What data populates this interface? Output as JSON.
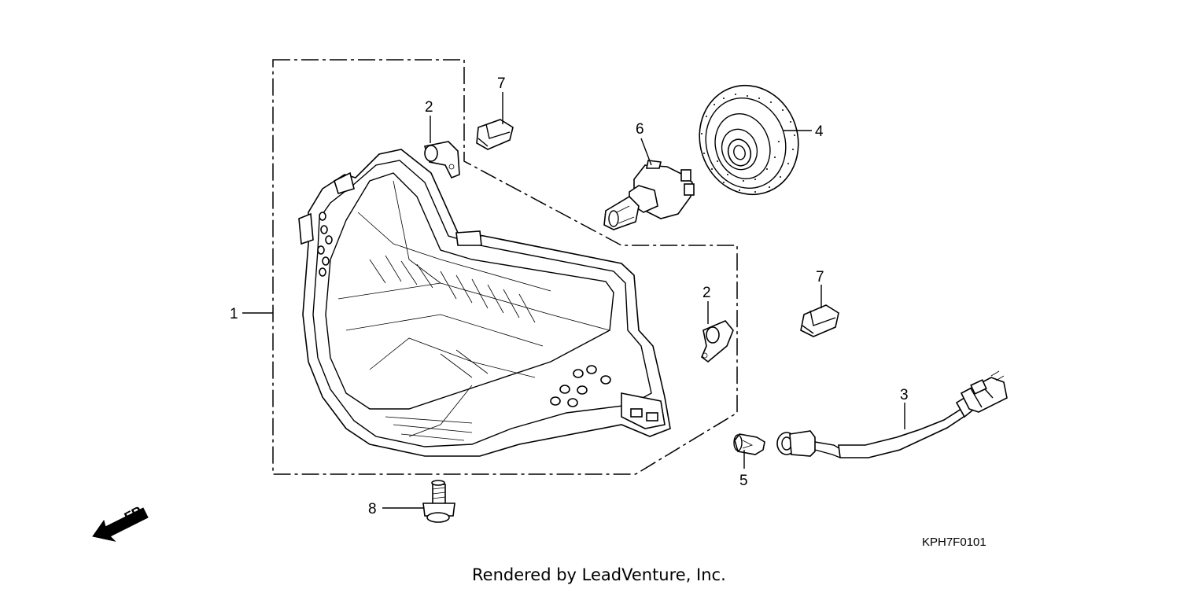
{
  "callouts": {
    "c1": "1",
    "c2a": "2",
    "c2b": "2",
    "c3": "3",
    "c4": "4",
    "c5": "5",
    "c6": "6",
    "c7a": "7",
    "c7b": "7",
    "c8": "8"
  },
  "front_arrow_label": "FR.",
  "diagram_code": "KPH7F0101",
  "footer": "Rendered by LeadVenture, Inc.",
  "icons": {
    "front_arrow": "arrow-down-left-icon"
  }
}
